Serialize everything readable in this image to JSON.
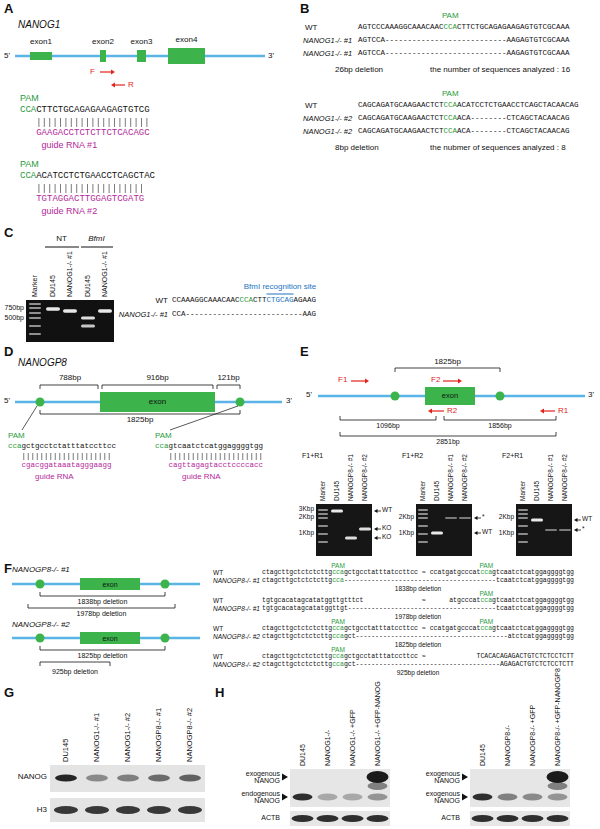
{
  "diagram": {
    "nodes": [
      {
        "text": [
          "exon"
        ]
      },
      {
        "text": [
          "exon"
        ]
      },
      {
        "text": [
          "exon"
        ]
      },
      {
        "text": [
          "exon"
        ]
      }
    ],
    "labels": [
      "A",
      "NANOG1",
      "exon1",
      "exon2",
      "exon3",
      "exon4",
      "5'",
      "3'",
      "F",
      "R",
      "PAM",
      "CCA",
      "CTTCTGCAGAGAAGAGTGTCG",
      "GAAGACCTCTCTTCTCACAGC",
      "guide RNA #1",
      "PAM",
      "CCA",
      "ACATCCTCTGAACCTCAGCTAC",
      "TGTAGGACTTGGAGTCGATG",
      "guide RNA #2",
      "B",
      "PAM",
      "WT",
      "AGTCCCAAAGGCAAACAAC",
      "CCA",
      "CTTCTGCAGAGAAGAGTGTCGCAAA",
      "NANOG1-/- #1",
      "AGTCCA",
      "---------------------------",
      "AAGAGTGTCGCAAA",
      "NANOG1-/- #1",
      "AGTCCA",
      "---------------------------",
      "AAGAGTGTCGCAAA",
      "26bp deletion",
      "the number of sequences analyzed : 16",
      "PAM",
      "WT",
      "CAGCAGATGCAAGAACTCT",
      "CCA",
      "ACATCCTCTGAACCTCAGCTACAACAG",
      "NANOG1-/- #2",
      "CAGCAGATGCAAGAACTCT",
      "CCA",
      "ACA",
      "--------",
      "CTCAGCTACAACAG",
      "NANOG1-/- #2",
      "CAGCAGATGCAAGAACTCT",
      "CCA",
      "ACA",
      "--------",
      "CTCAGCTACAACAG",
      "8bp deletion",
      "the nubmer of sequences analyzed : 8",
      "C",
      "Marker",
      "DU145",
      "NANOG1-/- #1",
      "DU145",
      "NANOG1-/- #1",
      "NT",
      "BfmI",
      "750bp",
      "500bp",
      "BfmI recognition site",
      "WT",
      "CCAAAGGCAAACAAC",
      "CCA",
      "CTT",
      "CTGCAG",
      "AGAAG",
      "NANOG1-/- #1",
      "CCA",
      "--------------------------",
      "AAG",
      "D",
      "NANOGP8",
      "788bp",
      "916bp",
      "121bp",
      "5'",
      "3'",
      "1825bp",
      "PAM",
      "cca",
      "gctgcctctatttatccttcc",
      "cgacggataaatagggaagg",
      "guide RNA",
      "PAM",
      "cca",
      "gtcaatctcatggaggggtgg",
      "cagttagagtacctccccacc",
      "guide RNA",
      "E",
      "1825bp",
      "5'",
      "3'",
      "F1",
      "F2",
      "R2",
      "R1",
      "1096bp",
      "1856bp",
      "2851bp",
      "F1+R1",
      "Marker",
      "DU145",
      "NANOGP8-/- #1",
      "NANOGP8-/- #2",
      "3Kbp",
      "2Kbp",
      "1Kbp",
      "WT",
      "KO",
      "KO",
      "F1+R2",
      "Marker",
      "DU145",
      "NANOGP8-/- #1",
      "NANOGP8-/- #2",
      "2Kbp",
      "1Kbp",
      "*",
      "WT",
      "F2+R1",
      "Marker",
      "DU145",
      "NANOGP8-/- #1",
      "NANOGP8-/- #2",
      "2Kbp",
      "1Kbp",
      "WT",
      "*",
      "F",
      "NANOGP8-/- #1",
      "1838bp deletion",
      "1978bp deletion",
      "NANOGP8-/- #2",
      "1825bp deletion",
      "925bp deletion",
      "PAM",
      "PAM",
      "WT",
      "ctagcttgctctctcttg",
      "cca",
      "gctgcctatttatccttcc",
      "≈",
      "ccatgatgcccat",
      "cca",
      "gtcaatctcatggaggggtgg",
      "NANOGP8-/- #1",
      "ctagcttgctctctcttg",
      "cca",
      "---------------------------------------",
      "tcaatctcatggaggggtgg",
      "1838bp deletion",
      "PAM",
      "WT",
      "tgtgcacatagcatatggttgtttct",
      "≈",
      "atgcccat",
      "cca",
      "gtcaatctcatggaggggtgg",
      "NANOGP8-/- #1",
      "tgtgcacatagcatatggttgt",
      "--------------------------------------",
      "tcaatctcatggaggggtgg",
      "1978bp deletion",
      "PAM",
      "PAM",
      "WT",
      "ctagcttgctctctcttg",
      "cca",
      "gctgcctatttatccttcc",
      "≈",
      "ccatgatgcccat",
      "cca",
      "gtcaatctcatggaggggtgg",
      "NANOGP8-/- #2",
      "ctagcttgctctctcttg",
      "cca",
      "gct",
      "---------------------------------------",
      "atctcatggaggggtgg",
      "1825bp deletion",
      "PAM",
      "WT",
      "ctagcttgctctctcttg",
      "cca",
      "gctgcctatttatccttcc",
      "≈",
      "TCACACAGAGACTGTCTCTCCTCTT",
      "NANOGP8-/- #2",
      "ctagcttgctctctcttg",
      "cca",
      "gct",
      "-------------------------------------",
      "AGAGACTGTCTCTCCTCTT",
      "925bp deletion",
      "G",
      "DU145",
      "NANOG1-/- #1",
      "NANOG1-/- #2",
      "NANOGP8-/- #1",
      "NANOGP8-/- #2",
      "NANOG",
      "H3",
      "H",
      "DU145",
      "NANOG1-/-",
      "NANOG1-/- +GFP",
      "NANOG1-/- +GFP-NANOG",
      "exogenous NANOG",
      "endogenous NANOG",
      "ACTB",
      "DU145",
      "NANOGP8-/-",
      "NANOGP8-/- +GFP",
      "NANOGP8-/- +GFP-NANOGP8",
      "exogenous NANOG",
      "exogenous NANOG",
      "ACTB"
    ]
  }
}
